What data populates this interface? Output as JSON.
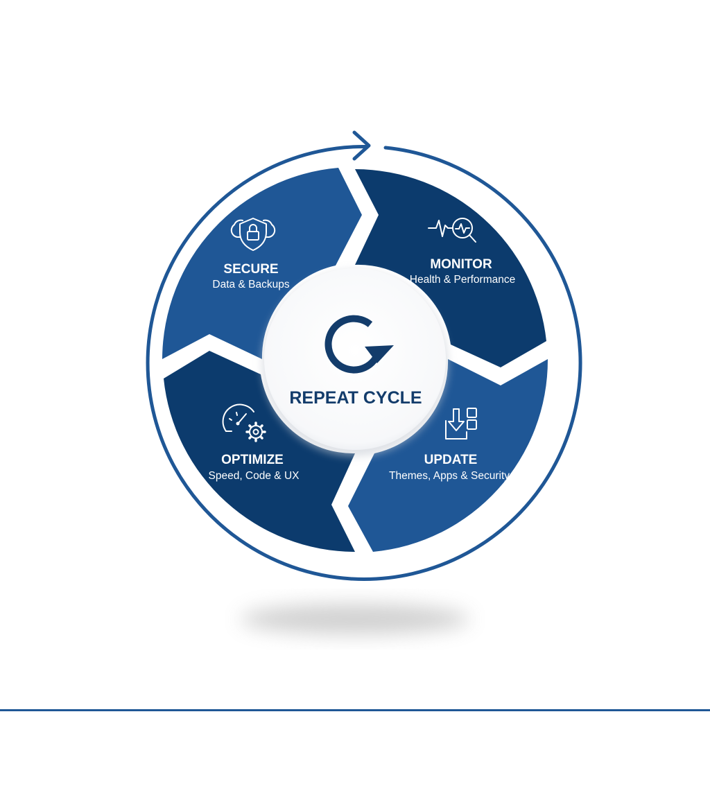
{
  "colors": {
    "dark_blue": "#0c3b6d",
    "medium_blue": "#1f5796",
    "ring_blue": "#1f5796",
    "center_text": "#133c6b",
    "background": "#ffffff"
  },
  "center": {
    "label": "REPEAT CYCLE",
    "icon": "refresh-icon"
  },
  "stages": [
    {
      "title": "SECURE",
      "subtitle": "Data & Backups",
      "icon": "shield-lock-cloud-icon"
    },
    {
      "title": "MONITOR",
      "subtitle": "Health & Performance",
      "icon": "pulse-magnifier-icon"
    },
    {
      "title": "UPDATE",
      "subtitle": "Themes, Apps & Security",
      "icon": "download-grid-icon"
    },
    {
      "title": "OPTIMIZE",
      "subtitle": "Speed, Code & UX",
      "icon": "speedometer-gear-icon"
    }
  ]
}
